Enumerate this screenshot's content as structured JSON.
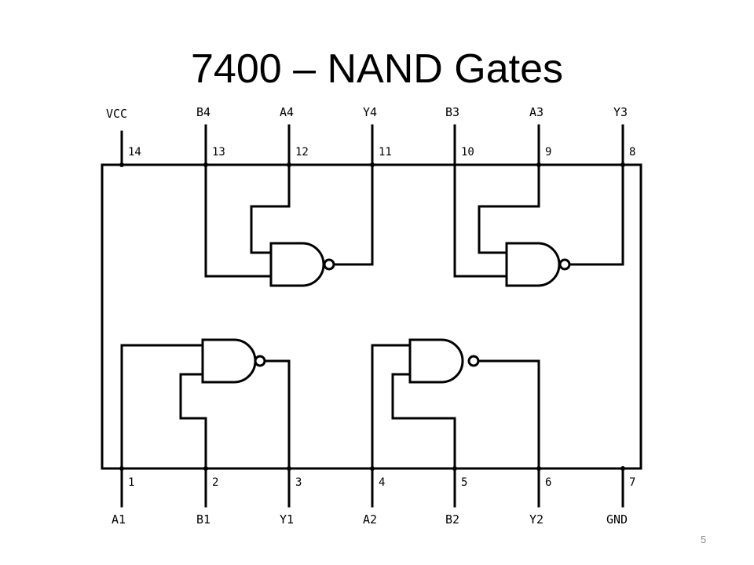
{
  "slide": {
    "title": "7400 – NAND Gates",
    "slide_number": "5"
  },
  "chip": {
    "top_pins": [
      {
        "number": "14",
        "label": "VCC"
      },
      {
        "number": "13",
        "label": "B4"
      },
      {
        "number": "12",
        "label": "A4"
      },
      {
        "number": "11",
        "label": "Y4"
      },
      {
        "number": "10",
        "label": "B3"
      },
      {
        "number": "9",
        "label": "A3"
      },
      {
        "number": "8",
        "label": "Y3"
      }
    ],
    "bottom_pins": [
      {
        "number": "1",
        "label": "A1"
      },
      {
        "number": "2",
        "label": "B1"
      },
      {
        "number": "3",
        "label": "Y1"
      },
      {
        "number": "4",
        "label": "A2"
      },
      {
        "number": "5",
        "label": "B2"
      },
      {
        "number": "6",
        "label": "Y2"
      },
      {
        "number": "7",
        "label": "GND"
      }
    ]
  }
}
